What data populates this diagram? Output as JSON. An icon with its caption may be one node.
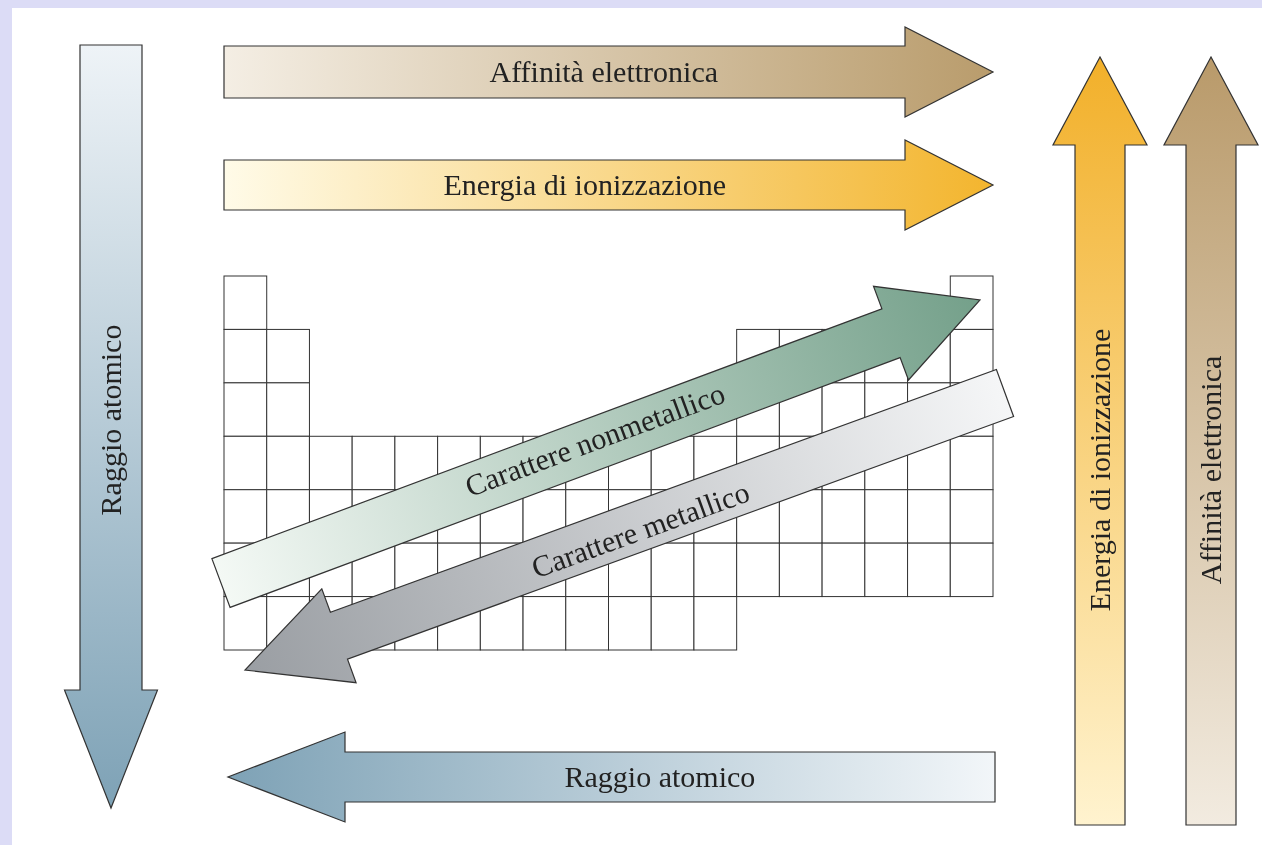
{
  "diagram": {
    "labels": [
      "Affinità elettronica",
      "Energia di ionizzazione",
      "Raggio atomico",
      "Energia di ionizzazione",
      "Affinità elettronica",
      "Carattere nonmetallico",
      "Carattere metallico",
      "Raggio atomico"
    ]
  }
}
